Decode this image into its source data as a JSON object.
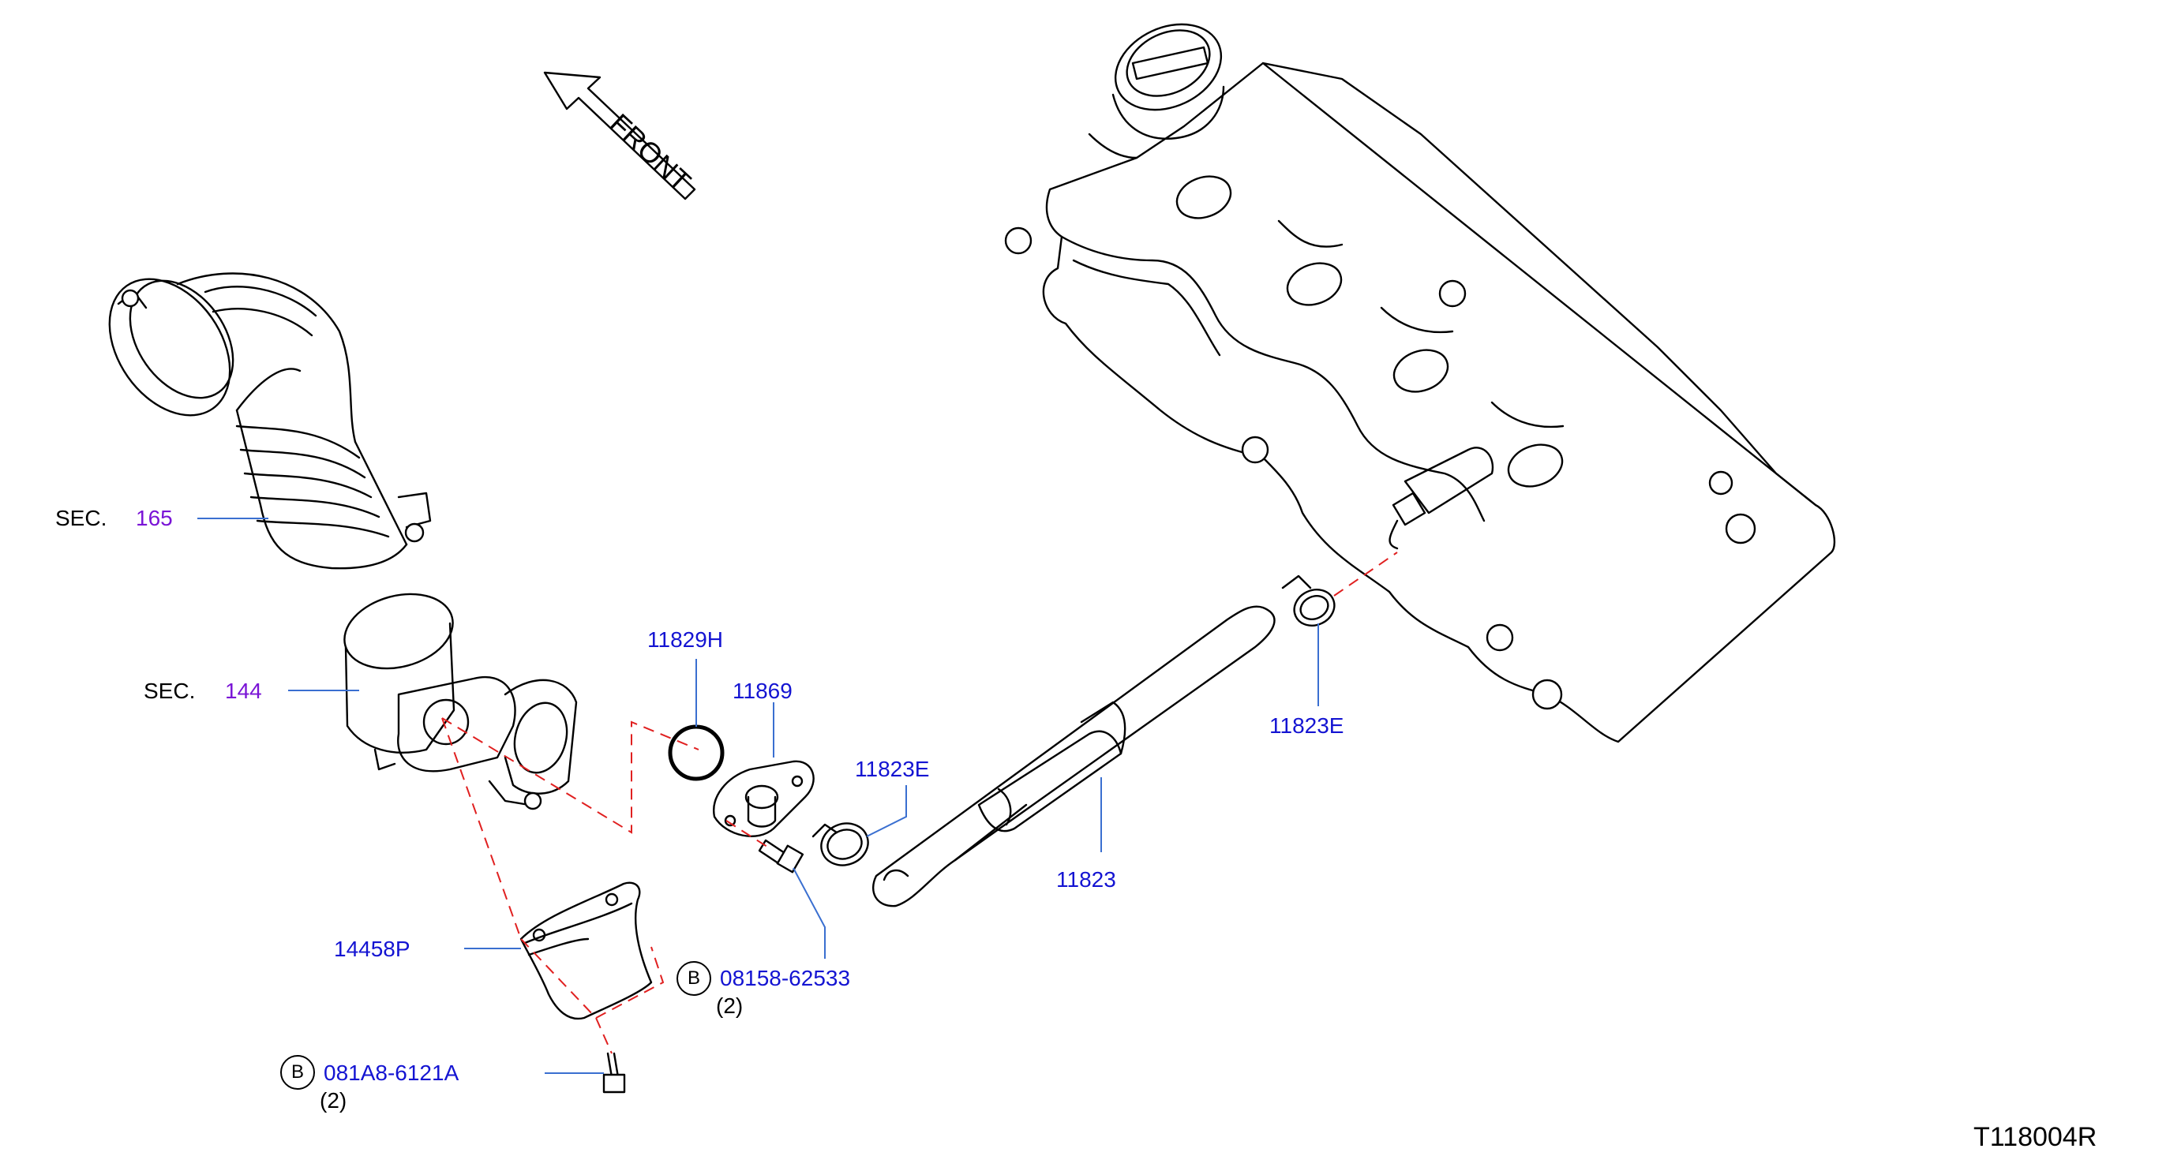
{
  "front_label": "FRONT",
  "diagram_code": "T118004R",
  "callouts": {
    "sec165": {
      "prefix": "SEC.",
      "number": "165"
    },
    "sec144": {
      "prefix": "SEC.",
      "number": "144"
    },
    "p11829H": "11829H",
    "p11869": "11869",
    "p11823E_clamp_lower": "11823E",
    "p11823E_clamp_upper": "11823E",
    "p11823": "11823",
    "p14458P": "14458P",
    "bolt_1": {
      "marker": "B",
      "part": "08158-62533",
      "qty": "(2)"
    },
    "bolt_2": {
      "marker": "B",
      "part": "081A8-6121A",
      "qty": "(2)"
    }
  },
  "colors": {
    "part_number": "#1414d2",
    "section_number": "#7a14d6",
    "leader_line": "#3a6fd0",
    "dashed_guide": "#e02020",
    "outline": "#000000"
  }
}
